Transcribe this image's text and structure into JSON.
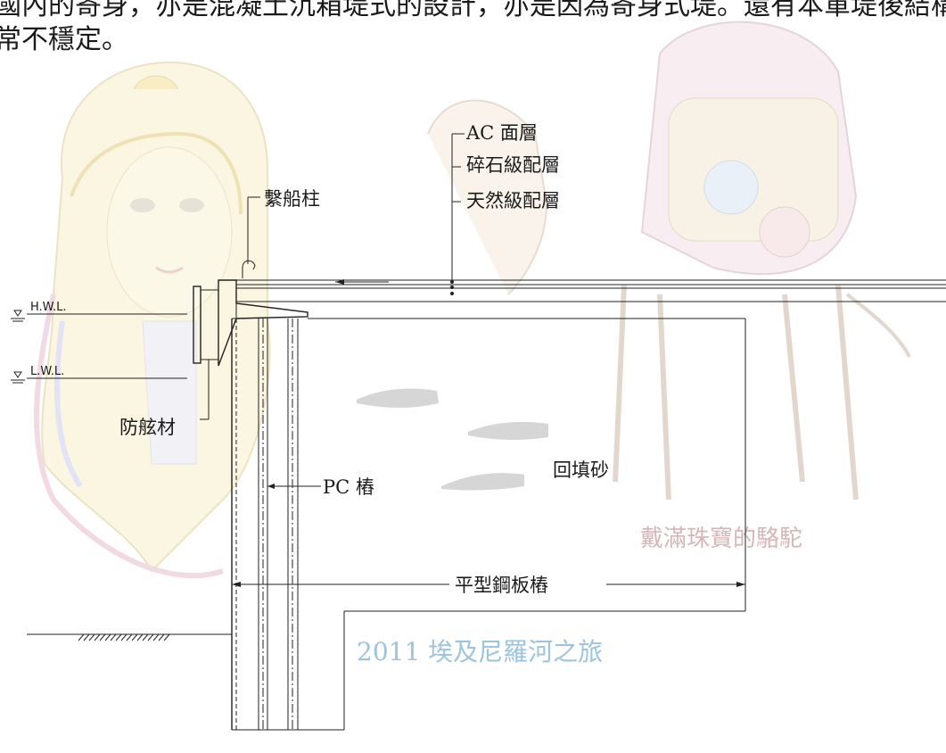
{
  "header_text": {
    "line1": "國內的寄身，亦是混凝土沉箱堤式的設計，亦是因為寄身式堤。還有本軍堤後結構，",
    "line2": "常不穩定。"
  },
  "watermarks": {
    "camel_caption": "戴滿珠寶的駱駝",
    "trip_caption": "2011 埃及尼羅河之旅"
  },
  "labels": {
    "ac_layer": "AC 面層",
    "crushed_stone_layer": "碎石級配層",
    "natural_gravel_layer": "天然級配層",
    "bollard": "繫船柱",
    "hwl": "H.W.L.",
    "lwl": "L.W.L.",
    "fender": "防舷材",
    "backfill_sand": "回填砂",
    "pc_pile": "PC 樁",
    "flat_sheet_pile": "平型鋼板樁"
  },
  "colors": {
    "watermark_blue": "#9cc4de",
    "watermark_pink": "#d6b6b6",
    "line": "#222222"
  }
}
